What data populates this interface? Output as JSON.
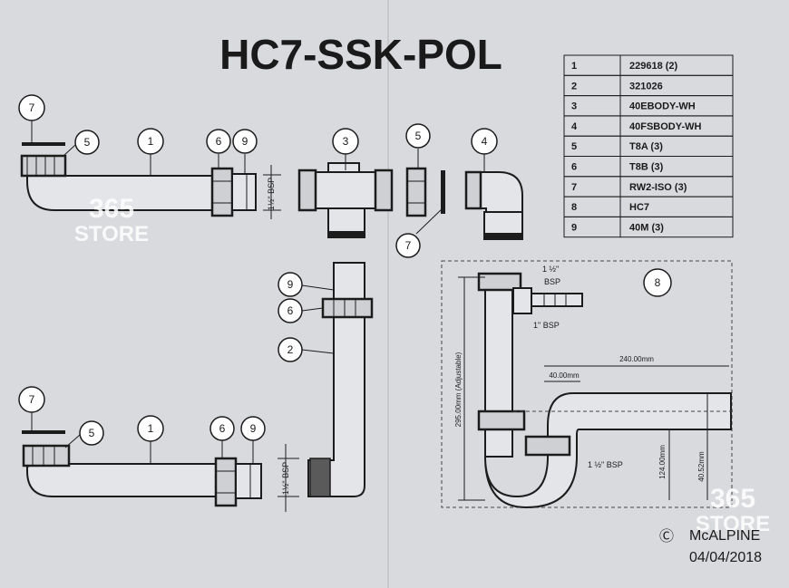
{
  "title": "HC7-SSK-POL",
  "parts_table": [
    {
      "num": "1",
      "code": "229618 (2)"
    },
    {
      "num": "2",
      "code": "321026"
    },
    {
      "num": "3",
      "code": "40EBODY-WH"
    },
    {
      "num": "4",
      "code": "40FSBODY-WH"
    },
    {
      "num": "5",
      "code": "T8A (3)"
    },
    {
      "num": "6",
      "code": "T8B (3)"
    },
    {
      "num": "7",
      "code": "RW2-ISO (3)"
    },
    {
      "num": "8",
      "code": "HC7"
    },
    {
      "num": "9",
      "code": "40M (3)"
    }
  ],
  "callouts": {
    "c7a": "7",
    "c5a": "5",
    "c1a": "1",
    "c6a": "6",
    "c9a": "9",
    "c3": "3",
    "c5b": "5",
    "c4": "4",
    "c7b": "7",
    "c9b": "9",
    "c6b": "6",
    "c2": "2",
    "c7c": "7",
    "c5c": "5",
    "c1b": "1",
    "c6c": "6",
    "c9c": "9",
    "c8": "8"
  },
  "dimensions": {
    "bsp_top": "1½\" BSP",
    "bsp_bottom": "1½\" BSP",
    "trap_bsp_top": "1 ½\"",
    "trap_bsp_top2": "BSP",
    "trap_bsp_side": "1\" BSP",
    "trap_bsp_bottom": "1 ½\" BSP",
    "height_adjustable": "295.00mm (Adjustable)",
    "width_240": "240.00mm",
    "width_40": "40.00mm",
    "height_124": "124.00mm",
    "height_40_52": "40.52mm"
  },
  "watermarks": {
    "line1": "365",
    "line2": "STORE"
  },
  "footer": {
    "copyright": "Ⓒ",
    "brand": "McALPINE",
    "date": "04/04/2018"
  }
}
